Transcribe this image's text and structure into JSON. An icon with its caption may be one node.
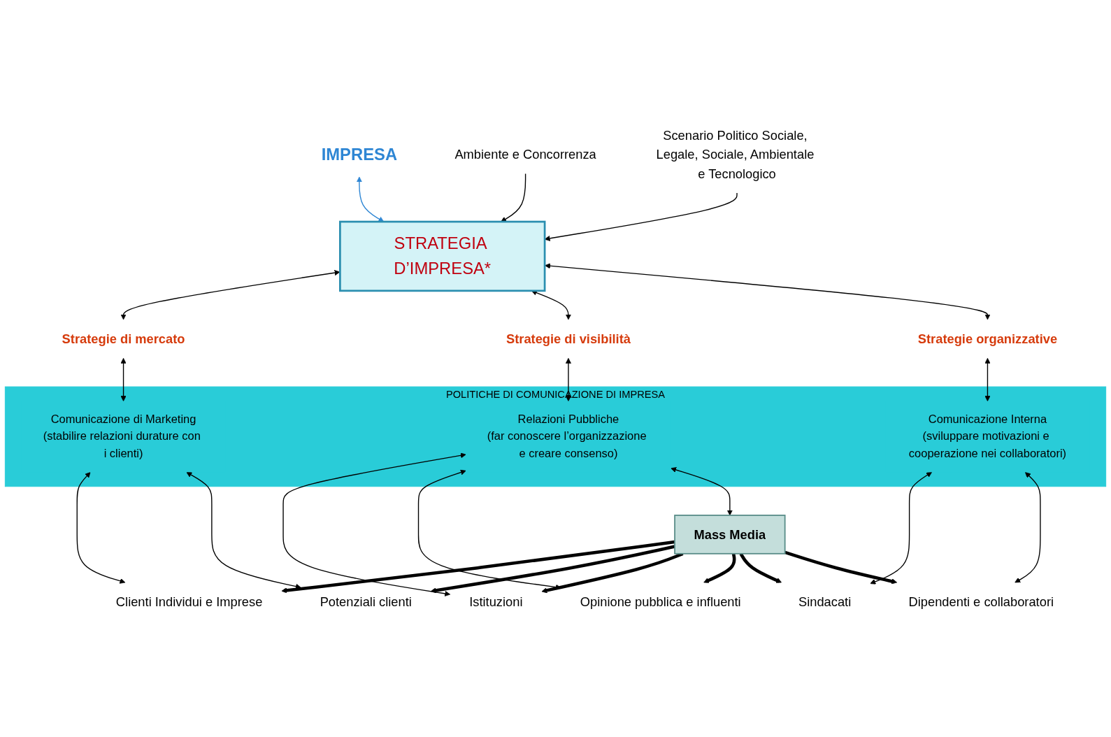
{
  "diagram": {
    "nodes": [
      {
        "text": [
          "IMPRESA"
        ]
      },
      {
        "text": [
          "Ambiente e Concorrenza"
        ]
      },
      {
        "text": [
          "Scenario Politico Sociale, Legale, Sociale, Ambientale e Tecnologico"
        ]
      },
      {
        "text": [
          "STRATEGIA D’IMPRESA*"
        ]
      },
      {
        "text": [
          "Strategie di mercato"
        ]
      },
      {
        "text": [
          "Strategie di visibilità"
        ]
      },
      {
        "text": [
          "Strategie organizzative"
        ]
      },
      {
        "text": [
          "POLITICHE DI COMUNICAZIONE DI IMPRESA"
        ]
      },
      {
        "text": [
          "Comunicazione di Marketing",
          "(stabilire relazioni durature con i clienti)"
        ],
        "in": 7
      },
      {
        "text": [
          "Relazioni Pubbliche",
          "(far conoscere l’organizzazione e creare consenso)"
        ],
        "in": 7
      },
      {
        "text": [
          "Comunicazione Interna",
          "(sviluppare motivazioni e cooperazione nei collaboratori)"
        ],
        "in": 7
      },
      {
        "text": [
          "Clienti Individui e Imprese"
        ]
      },
      {
        "text": [
          "Potenziali clienti"
        ]
      },
      {
        "text": [
          "Istituzioni"
        ]
      },
      {
        "text": [
          "Opinione pubblica e influenti"
        ]
      },
      {
        "text": [
          "Sindacati"
        ]
      },
      {
        "text": [
          "Dipendenti e collaboratori"
        ]
      },
      {
        "text": [
          "Mass Media"
        ]
      }
    ],
    "edges": [
      {
        "from": 0,
        "to": 3,
        "arrow": "both",
        "color": "#2e86d4"
      },
      {
        "from": 1,
        "to": 3,
        "arrow": "to"
      },
      {
        "from": 2,
        "to": 3,
        "arrow": "to"
      },
      {
        "from": 3,
        "to": 4,
        "arrow": "both"
      },
      {
        "from": 3,
        "to": 5,
        "arrow": "both"
      },
      {
        "from": 3,
        "to": 6,
        "arrow": "both"
      },
      {
        "from": 4,
        "to": 8,
        "arrow": "both"
      },
      {
        "from": 5,
        "to": 9,
        "arrow": "both"
      },
      {
        "from": 6,
        "to": 10,
        "arrow": "both"
      },
      {
        "from": 8,
        "to": 11,
        "arrow": "both"
      },
      {
        "from": 8,
        "to": 12,
        "arrow": "both"
      },
      {
        "from": 9,
        "to": 13,
        "arrow": "both"
      },
      {
        "from": 9,
        "to": 14,
        "arrow": "both"
      },
      {
        "from": 10,
        "to": 15,
        "arrow": "both"
      },
      {
        "from": 10,
        "to": 16,
        "arrow": "both"
      },
      {
        "from": 17,
        "to": 9,
        "arrow": "both"
      },
      {
        "from": 17,
        "to": 11,
        "arrow": "to",
        "style": "thick"
      },
      {
        "from": 17,
        "to": 12,
        "arrow": "to",
        "style": "thick"
      },
      {
        "from": 17,
        "to": 13,
        "arrow": "to",
        "style": "thick"
      },
      {
        "from": 17,
        "to": 14,
        "arrow": "to",
        "style": "thick"
      },
      {
        "from": 17,
        "to": 15,
        "arrow": "to",
        "style": "thick"
      },
      {
        "from": 17,
        "to": 16,
        "arrow": "to",
        "style": "thick"
      }
    ]
  }
}
